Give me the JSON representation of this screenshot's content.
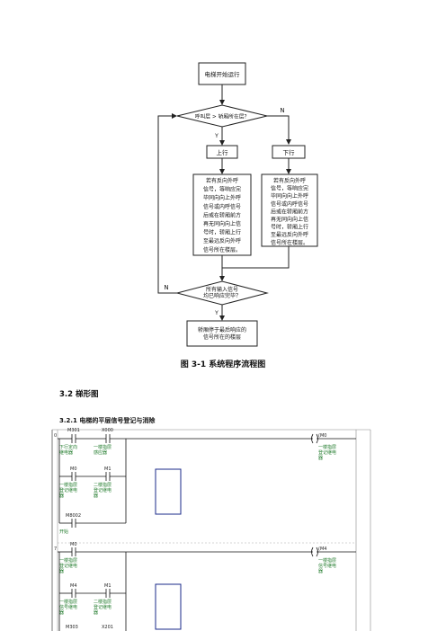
{
  "flowchart": {
    "start": "电梯开始运行",
    "decision1": "呼叫层 > 轿厢所在层？",
    "yes_label": "Y",
    "no_label": "N",
    "up": "上行",
    "down": "下行",
    "left_box": [
      "若有反向外呼",
      "信号，等响应完",
      "毕同向向上外呼",
      "信号或内呼信号",
      "后或在轿厢前方",
      "再无同向向上信",
      "号时，轿厢上行",
      "至最远反向外呼",
      "信号所在楼层。"
    ],
    "right_box": [
      "若有反向外呼",
      "信号，等响应完",
      "毕同向向上外呼",
      "信号或内呼信号",
      "后或在轿厢前方",
      "再无同向向上信",
      "号时，轿厢上行",
      "至最远反向外呼",
      "信号所在楼层。"
    ],
    "decision2": [
      "所有输入信号",
      "均已响应完毕？"
    ],
    "end_box": [
      "轿厢停于最后响应的",
      "信号所在的楼层"
    ]
  },
  "figure_caption": "图 3-1  系统程序流程图",
  "section_heading": "3.2 梯形图",
  "subsection_heading": "3.2.1 电梯的平层信号登记与消除",
  "ladder": {
    "rung1": {
      "step": "0",
      "contacts_top": [
        {
          "addr": "M301",
          "comment": [
            "下行定向",
            "继电器"
          ]
        },
        {
          "addr": "X000",
          "comment": [
            "一楼指层",
            "感应器"
          ]
        }
      ],
      "branch": [
        {
          "addr": "M0",
          "comment": [
            "一楼指层",
            "登记继电",
            "器"
          ]
        },
        {
          "addr": "M1",
          "comment": [
            "二楼指层",
            "登记继电",
            "器"
          ]
        }
      ],
      "branch2": {
        "addr": "M8002",
        "comment": [
          "开始"
        ]
      },
      "coil": {
        "addr": "(M0",
        "comment": [
          "一楼指层",
          "登记继电",
          "器"
        ]
      }
    },
    "rung2": {
      "step": "7",
      "contacts_top": [
        {
          "addr": "M0",
          "comment": [
            "一楼指层",
            "登记继电",
            "器"
          ]
        }
      ],
      "branch": [
        {
          "addr": "M4",
          "comment": [
            "一楼指层",
            "信号继电",
            "器"
          ]
        },
        {
          "addr": "M1",
          "comment": [
            "二楼指层",
            "登记继电",
            "器"
          ]
        }
      ],
      "branch2": [
        {
          "addr": "M303"
        },
        {
          "addr": "X201"
        }
      ],
      "coil": {
        "addr": "(M4",
        "comment": [
          "一楼指层",
          "信号继电",
          "器"
        ]
      }
    }
  }
}
